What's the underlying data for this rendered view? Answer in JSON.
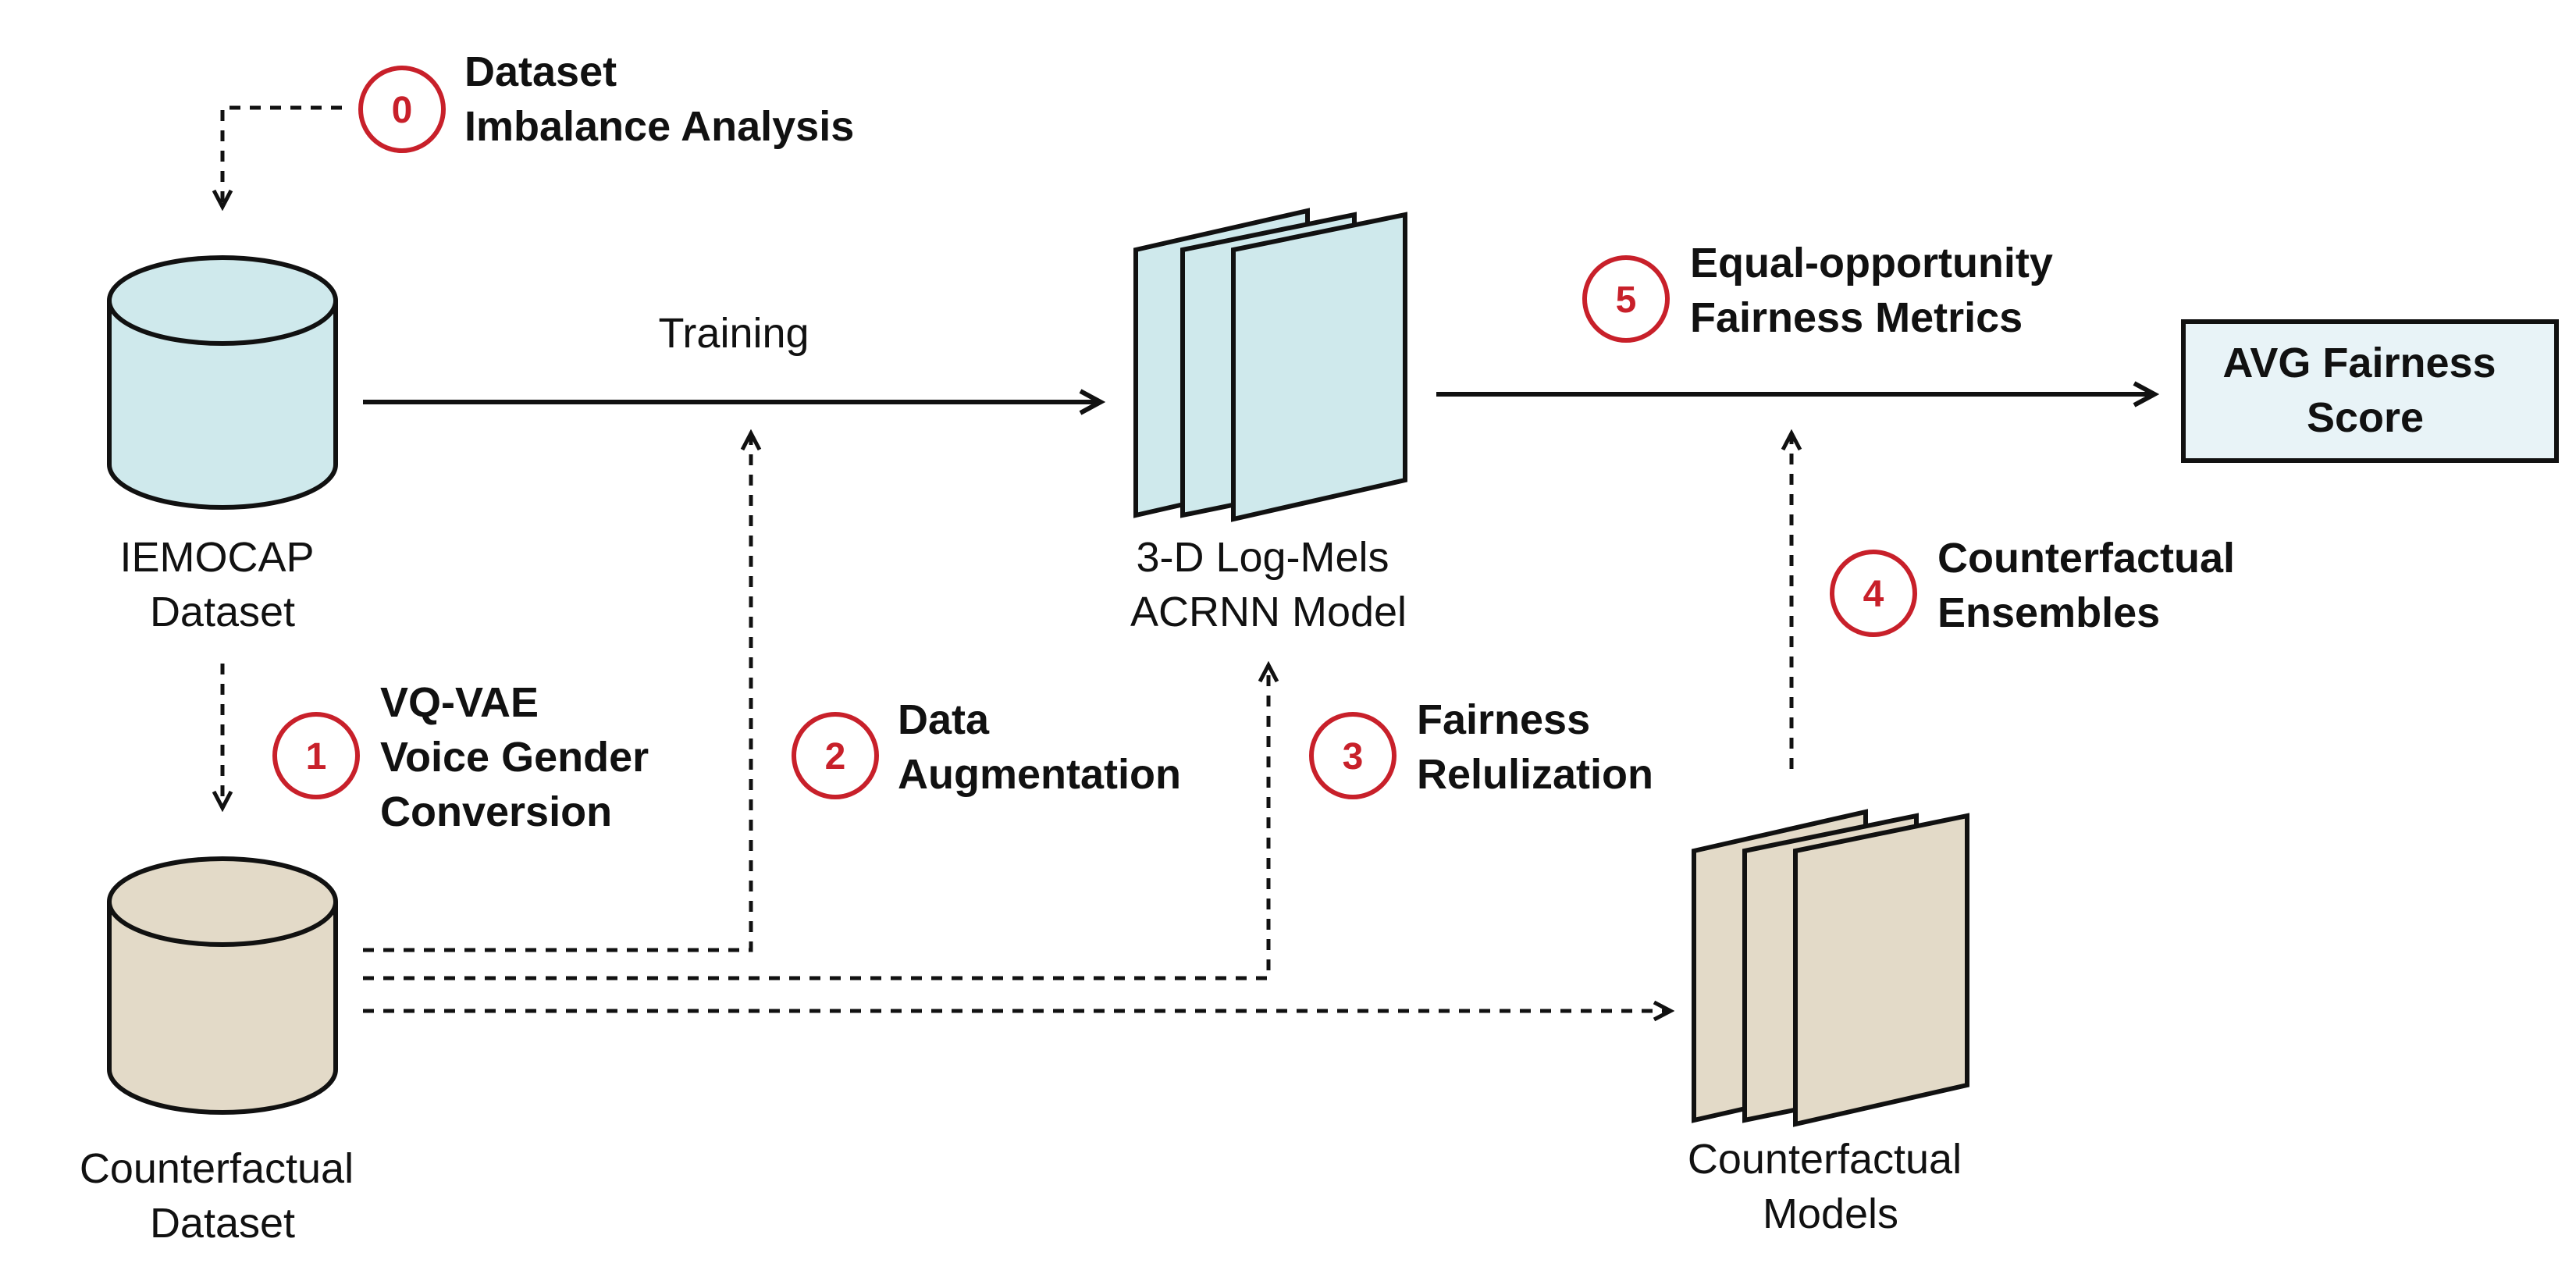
{
  "colors": {
    "accent_red": "#c8202a",
    "iemocap_fill": "#cfe9ec",
    "counterfactual_fill": "#e3dac8",
    "result_box_fill": "#e8f3f7",
    "stroke": "#111111"
  },
  "datasets": {
    "iemocap": [
      "IEMOCAP",
      "Dataset"
    ],
    "counterfactual": [
      "Counterfactual",
      "Dataset"
    ]
  },
  "models": {
    "acrnn": [
      "3-D Log-Mels",
      "ACRNN Model"
    ],
    "counterfactual": [
      "Counterfactual",
      "Models"
    ]
  },
  "training_label": "Training",
  "result_box": [
    "AVG Fairness",
    "Score"
  ],
  "steps": [
    {
      "number": "0",
      "lines": [
        "Dataset",
        "Imbalance Analysis"
      ]
    },
    {
      "number": "1",
      "lines": [
        "VQ-VAE",
        "Voice Gender",
        "Conversion"
      ]
    },
    {
      "number": "2",
      "lines": [
        "Data",
        "Augmentation"
      ]
    },
    {
      "number": "3",
      "lines": [
        "Fairness",
        "Relulization"
      ]
    },
    {
      "number": "4",
      "lines": [
        "Counterfactual",
        "Ensembles"
      ]
    },
    {
      "number": "5",
      "lines": [
        "Equal-opportunity",
        "Fairness Metrics"
      ]
    }
  ],
  "icons": {
    "dataset": "cylinder-database-icon",
    "model": "stacked-sheets-icon",
    "step": "numbered-circle-badge"
  }
}
